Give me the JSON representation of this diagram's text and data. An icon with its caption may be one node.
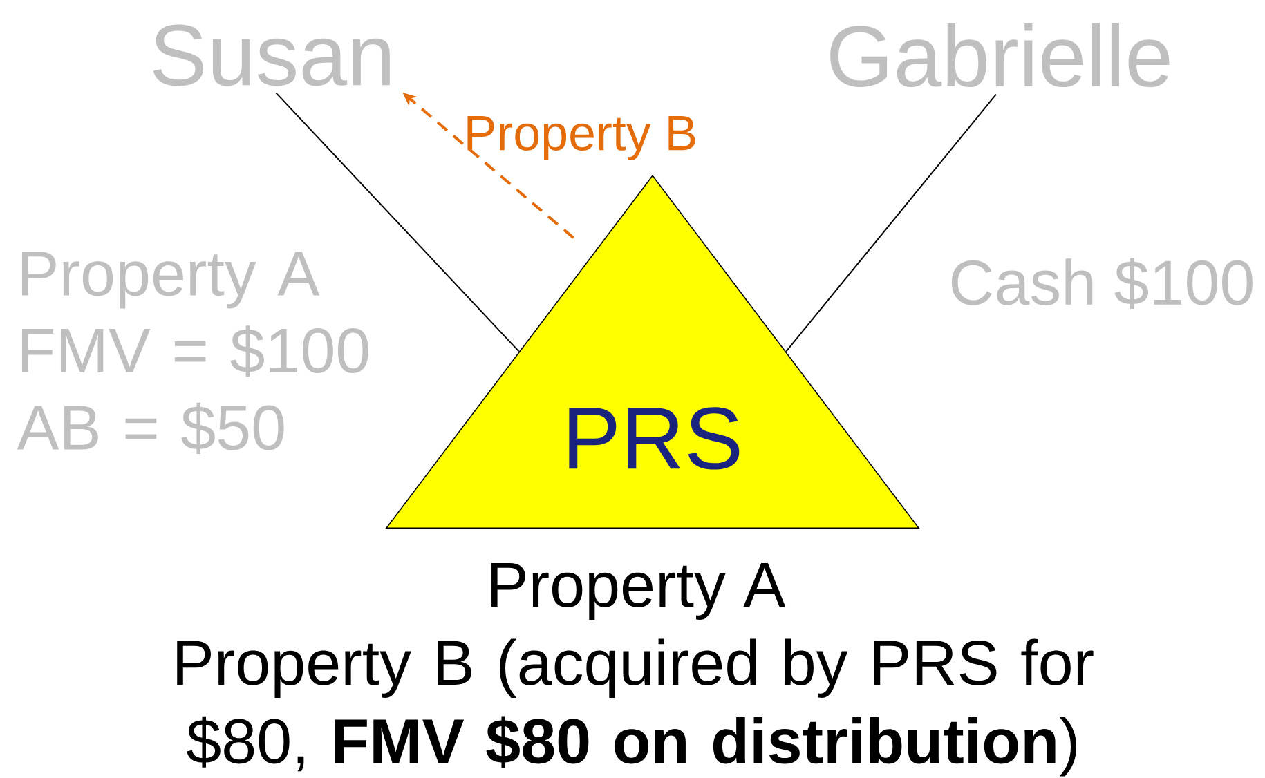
{
  "diagram": {
    "nodes": [
      {
        "text": [
          "Susan"
        ]
      },
      {
        "text": [
          "Gabrielle"
        ]
      },
      {
        "text": [
          "PRS"
        ]
      }
    ],
    "edges": [
      {
        "from": 0,
        "to": 2,
        "arrow": "none"
      },
      {
        "from": 1,
        "to": 2,
        "arrow": "none"
      },
      {
        "from": 2,
        "to": 0,
        "arrow": "to",
        "label": "Property B",
        "style": "dashed",
        "color": "#e46c0a"
      }
    ],
    "labels": [
      "Property A FMV = $100 AB = $50",
      "Cash $100",
      "Property A",
      "Property B (acquired by PRS for $80, **FMV $80 on distribution**)"
    ]
  }
}
